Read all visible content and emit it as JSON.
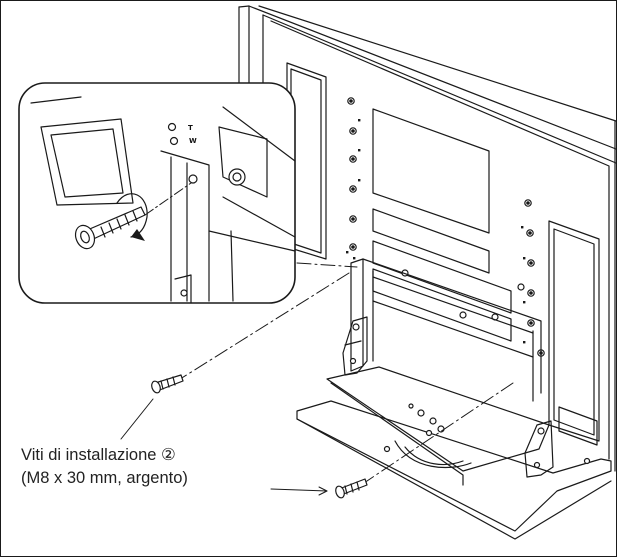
{
  "figure": {
    "caption_line1": "Viti di installazione ②",
    "caption_line2": "(M8 x 30 mm, argento)",
    "mark_t": "T",
    "mark_w": "W"
  },
  "colors": {
    "line": "#1a1a1a",
    "paper": "#ffffff"
  }
}
